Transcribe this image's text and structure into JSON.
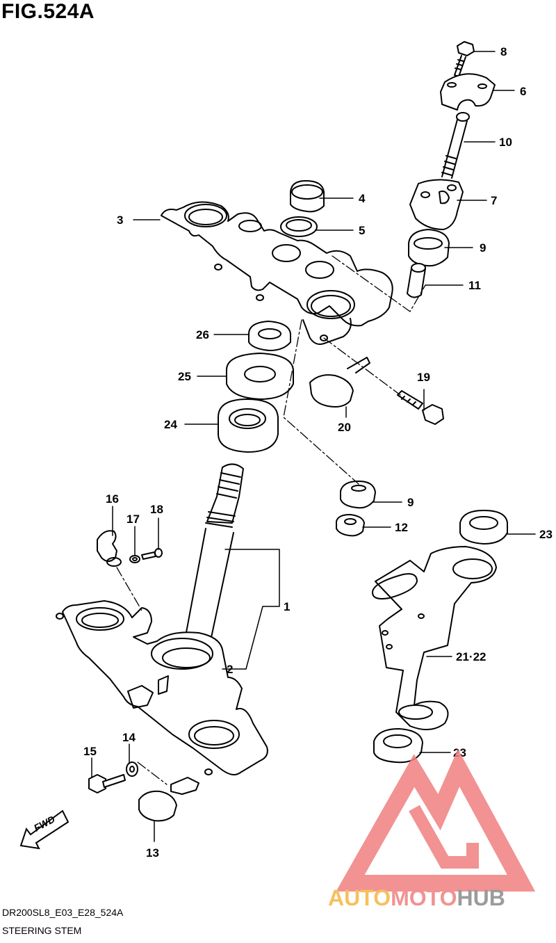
{
  "figure_title": "FIG.524A",
  "callouts": [
    {
      "key": "c8",
      "label": "8"
    },
    {
      "key": "c6",
      "label": "6"
    },
    {
      "key": "c10",
      "label": "10"
    },
    {
      "key": "c4",
      "label": "4"
    },
    {
      "key": "c7",
      "label": "7"
    },
    {
      "key": "c3",
      "label": "3"
    },
    {
      "key": "c5",
      "label": "5"
    },
    {
      "key": "c9a",
      "label": "9"
    },
    {
      "key": "c11",
      "label": "11"
    },
    {
      "key": "c26",
      "label": "26"
    },
    {
      "key": "c19",
      "label": "19"
    },
    {
      "key": "c25",
      "label": "25"
    },
    {
      "key": "c20",
      "label": "20"
    },
    {
      "key": "c24",
      "label": "24"
    },
    {
      "key": "c16",
      "label": "16"
    },
    {
      "key": "c18",
      "label": "18"
    },
    {
      "key": "c17",
      "label": "17"
    },
    {
      "key": "c9b",
      "label": "9"
    },
    {
      "key": "c12",
      "label": "12"
    },
    {
      "key": "c23a",
      "label": "23"
    },
    {
      "key": "c1",
      "label": "1"
    },
    {
      "key": "c2",
      "label": "2"
    },
    {
      "key": "c2122",
      "label": "21·22"
    },
    {
      "key": "c15",
      "label": "15"
    },
    {
      "key": "c14",
      "label": "14"
    },
    {
      "key": "c23b",
      "label": "23"
    },
    {
      "key": "c13",
      "label": "13"
    }
  ],
  "fwd_label": "FWD",
  "watermark": {
    "part1": "AUTO",
    "part2": "MOTO",
    "part3": "HUB",
    "color_auto": "#f5b642",
    "color_moto": "#f08080",
    "color_hub": "#8a8a8a"
  },
  "footer": {
    "code": "DR200SL8_E03_E28_524A",
    "name": "STEERING STEM"
  }
}
